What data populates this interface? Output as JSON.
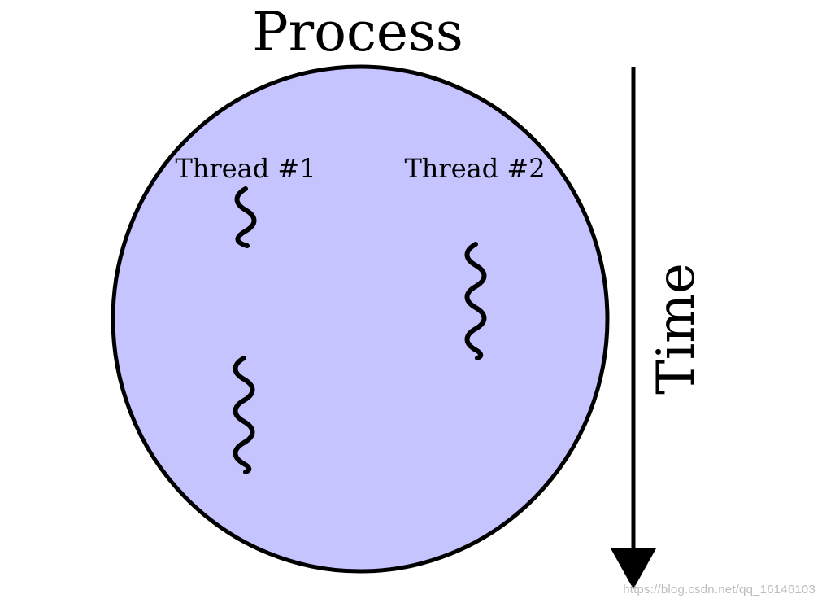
{
  "diagram": {
    "title": "Process",
    "threads": [
      {
        "label": "Thread #1"
      },
      {
        "label": "Thread #2"
      }
    ],
    "time_axis_label": "Time",
    "watermark": "https://blog.csdn.net/qq_16146103",
    "colors": {
      "process_fill": "#c6c4ff",
      "stroke": "#000000",
      "background": "#ffffff"
    }
  }
}
